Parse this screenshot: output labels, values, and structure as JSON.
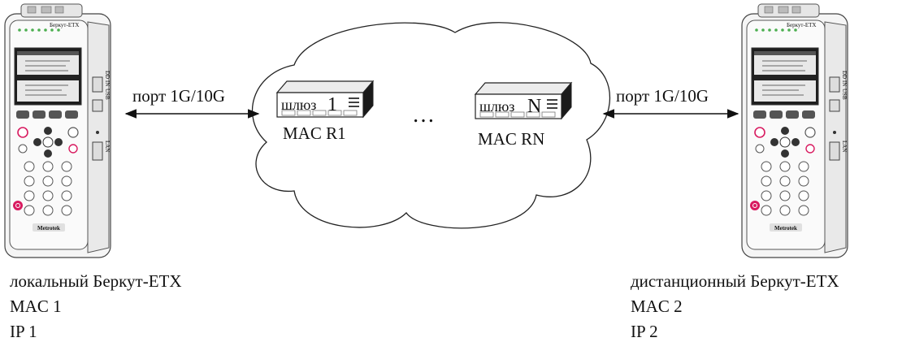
{
  "left_port_label": "порт 1G/10G",
  "right_port_label": "порт 1G/10G",
  "gateways": [
    {
      "label": "шлюз",
      "index": "1",
      "mac": "MAC R1"
    },
    {
      "label": "шлюз",
      "index": "N",
      "mac": "MAC RN"
    }
  ],
  "ellipsis": "…",
  "devices": {
    "brand_top": "Беркут-ETX",
    "brand_bottom": "Metrotek",
    "side_usb": "USB",
    "side_ddin": "DD IN",
    "side_lan": "LAN"
  },
  "local_device": {
    "name": "локальный Беркут-ETX",
    "mac": "MAC 1",
    "ip": "IP 1"
  },
  "remote_device": {
    "name": "дистанционный Беркут-ETX",
    "mac": "MAC 2",
    "ip": "IP 2"
  },
  "colors": {
    "line": "#111111",
    "device_body": "#f4f4f4",
    "screen": "#1e1e1e",
    "red_button": "#d81b60"
  }
}
